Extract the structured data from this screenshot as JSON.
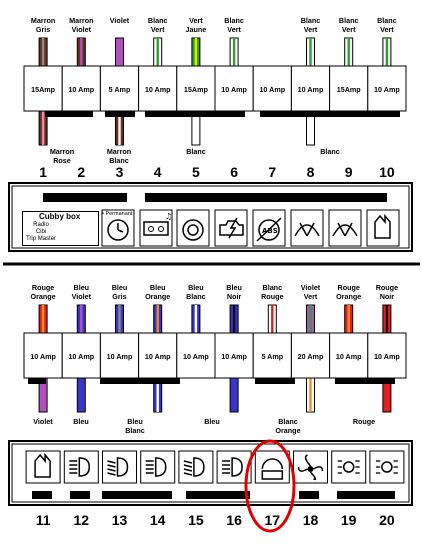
{
  "colors": {
    "marron": "#6b2f1e",
    "gris": "#8a8a8a",
    "violet": "#b44fc1",
    "blanc": "#ffffff",
    "vert": "#2fa02f",
    "jaune": "#e6e600",
    "rose": "#e78db5",
    "rouge": "#e51f1f",
    "orange": "#f28c1c",
    "bleu": "#3a35c8",
    "noir": "#111111",
    "highlight": "#e00000"
  },
  "top_panel": {
    "fuses": [
      {
        "number": "1",
        "amp": "15Amp",
        "top_label": "Marron\nGris",
        "bottom_label": "Marron\nRose"
      },
      {
        "number": "2",
        "amp": "10 Amp",
        "top_label": "Marron\nViolet",
        "bottom_label": ""
      },
      {
        "number": "3",
        "amp": "5 Amp",
        "top_label": "Violet",
        "bottom_label": "Marron\nBlanc"
      },
      {
        "number": "4",
        "amp": "10 Amp",
        "top_label": "Blanc\nVert",
        "bottom_label": ""
      },
      {
        "number": "5",
        "amp": "15Amp",
        "top_label": "Vert\nJaune",
        "bottom_label": "Blanc"
      },
      {
        "number": "6",
        "amp": "10 Amp",
        "top_label": "Blanc\nVert",
        "bottom_label": ""
      },
      {
        "number": "7",
        "amp": "10 Amp",
        "top_label": "",
        "bottom_label": ""
      },
      {
        "number": "8",
        "amp": "10 Amp",
        "top_label": "Blanc\nVert",
        "bottom_label": "Blanc"
      },
      {
        "number": "9",
        "amp": "15Amp",
        "top_label": "Blanc\nVert",
        "bottom_label": ""
      },
      {
        "number": "10",
        "amp": "10 Amp",
        "top_label": "Blanc\nVert",
        "bottom_label": ""
      }
    ],
    "cubby_box_title": "Cubby box",
    "cubby_box_items": "Radio\nCibi\nTrip Master",
    "permanent_label": "• Permanant"
  },
  "bottom_panel": {
    "fuses": [
      {
        "number": "11",
        "amp": "10 Amp",
        "top_label": "Rouge\nOrange",
        "bottom_label": "Violet"
      },
      {
        "number": "12",
        "amp": "10 Amp",
        "top_label": "Bleu\nViolet",
        "bottom_label": "Bleu"
      },
      {
        "number": "13",
        "amp": "10 Amp",
        "top_label": "Bleu\nGris",
        "bottom_label": ""
      },
      {
        "number": "14",
        "amp": "10 Amp",
        "top_label": "Bleu\nOrange",
        "bottom_label": "Bleu\nBlanc"
      },
      {
        "number": "15",
        "amp": "10 Amp",
        "top_label": "Bleu\nBlanc",
        "bottom_label": ""
      },
      {
        "number": "16",
        "amp": "10 Amp",
        "top_label": "Bleu\nNoir",
        "bottom_label": "Bleu"
      },
      {
        "number": "17",
        "amp": "5 Amp",
        "top_label": "Blanc\nRouge",
        "bottom_label": ""
      },
      {
        "number": "18",
        "amp": "20 Amp",
        "top_label": "Violet\nVert",
        "bottom_label": "Blanc\nOrange"
      },
      {
        "number": "19",
        "amp": "10 Amp",
        "top_label": "Rouge\nOrange",
        "bottom_label": ""
      },
      {
        "number": "20",
        "amp": "10 Amp",
        "top_label": "Rouge\nNoir",
        "bottom_label": "Rouge"
      }
    ]
  },
  "icons": {
    "top_row": [
      "cubby-box-icon",
      "clock-icon",
      "radio-cassette-icon",
      "handbrake-icon",
      "engine-warning-icon",
      "abs-off-icon",
      "rear-wiper-icon",
      "front-wiper-icon",
      "hazard-switch-icon"
    ],
    "bottom_row": [
      "hazard-switch-icon",
      "rear-fog-light-icon",
      "low-beam-left-icon",
      "high-beam-left-icon",
      "low-beam-right-icon",
      "high-beam-right-icon",
      "instrument-cluster-icon",
      "heater-fan-icon",
      "sidelight-left-icon",
      "sidelight-right-icon"
    ]
  }
}
